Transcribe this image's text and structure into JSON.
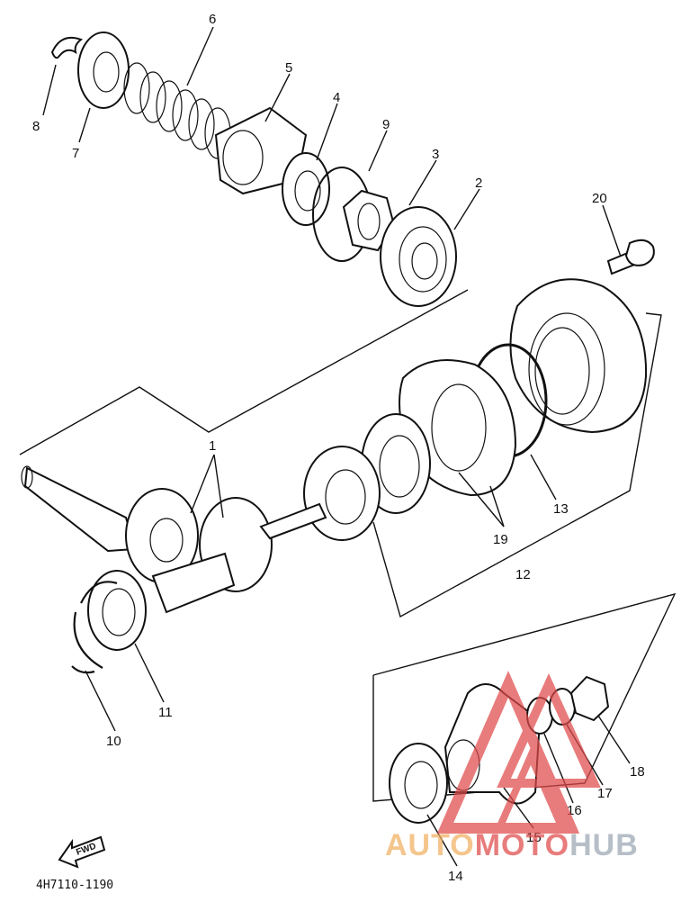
{
  "diagram": {
    "part_labels": [
      "1",
      "2",
      "3",
      "4",
      "5",
      "6",
      "7",
      "8",
      "9",
      "10",
      "11",
      "12",
      "13",
      "14",
      "15",
      "16",
      "17",
      "18",
      "19",
      "20"
    ],
    "fwd_label": "FWD",
    "drawing_code": "4H7110-1190"
  },
  "watermark": {
    "text_part1": "AUTO",
    "text_part2": "MOTO",
    "text_part3": "HUB",
    "color_part1": "#f0b060",
    "color_part2": "#e04a4a",
    "color_part3": "#9aa6b2",
    "logo_color": "#e04a4a"
  }
}
